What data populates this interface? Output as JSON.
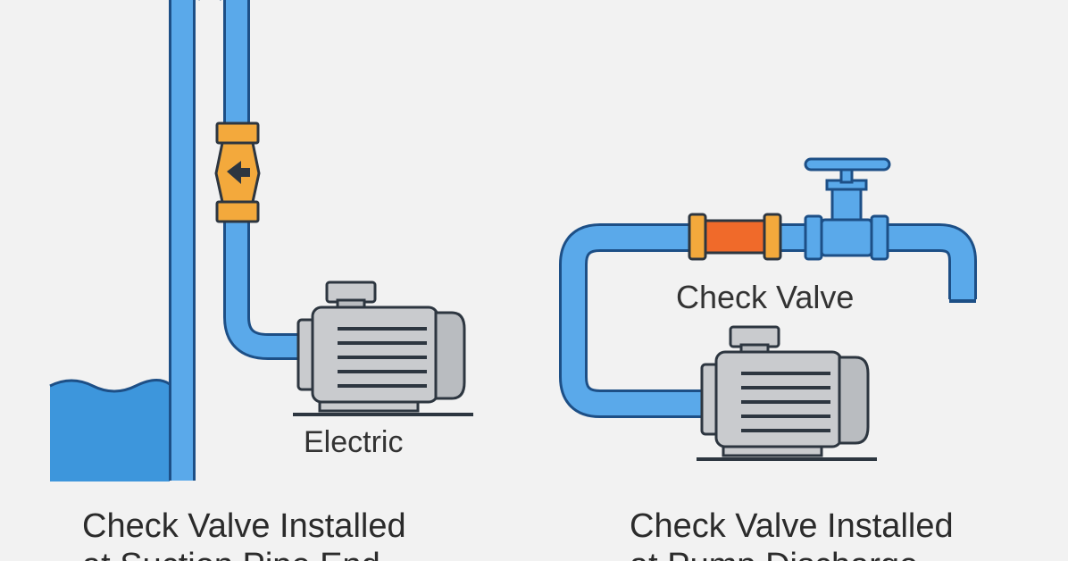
{
  "diagram": {
    "left_pump_label": "Electric",
    "check_valve_label": "Check Valve",
    "caption_left": "Check Valve Installed",
    "caption_left_partial": "at Suction Pipe End",
    "caption_right": "Check Valve Installed",
    "caption_right_partial": "at Pump Discharge"
  },
  "colors": {
    "background": "#f2f2f2",
    "water": "#3d96dc",
    "pipe_fill": "#5aa9ea",
    "pipe_outline": "#1d4f86",
    "valve_orange": "#f3a93c",
    "check_valve_red": "#f06a2a",
    "motor_gray": "#c9cbce",
    "motor_outline": "#2d3640"
  },
  "icons": {
    "left_check_valve": "check-valve-arrow-icon",
    "gate_valve": "gate-valve-icon",
    "motor": "electric-motor-icon"
  }
}
